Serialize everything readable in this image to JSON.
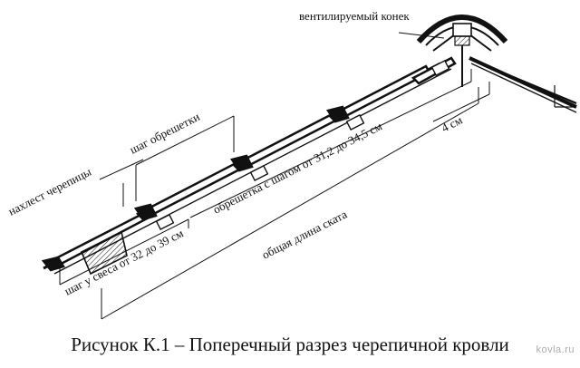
{
  "diagram": {
    "labels": {
      "ridge": "вентилируемый конек",
      "tile_overlap": "нахлест черепицы",
      "batten_step": "шаг обрешетки",
      "battens_spacing": "обрешетка с шагом от 31,2 до 34,5 см",
      "eaves_step": "шаг у свеса от 32 до 39 см",
      "ridge_gap": "4 см",
      "rafter_length": "общая длина ската"
    }
  },
  "caption": "Рисунок К.1 – Поперечный разрез черепичной кровли",
  "watermark": "kovla.ru"
}
